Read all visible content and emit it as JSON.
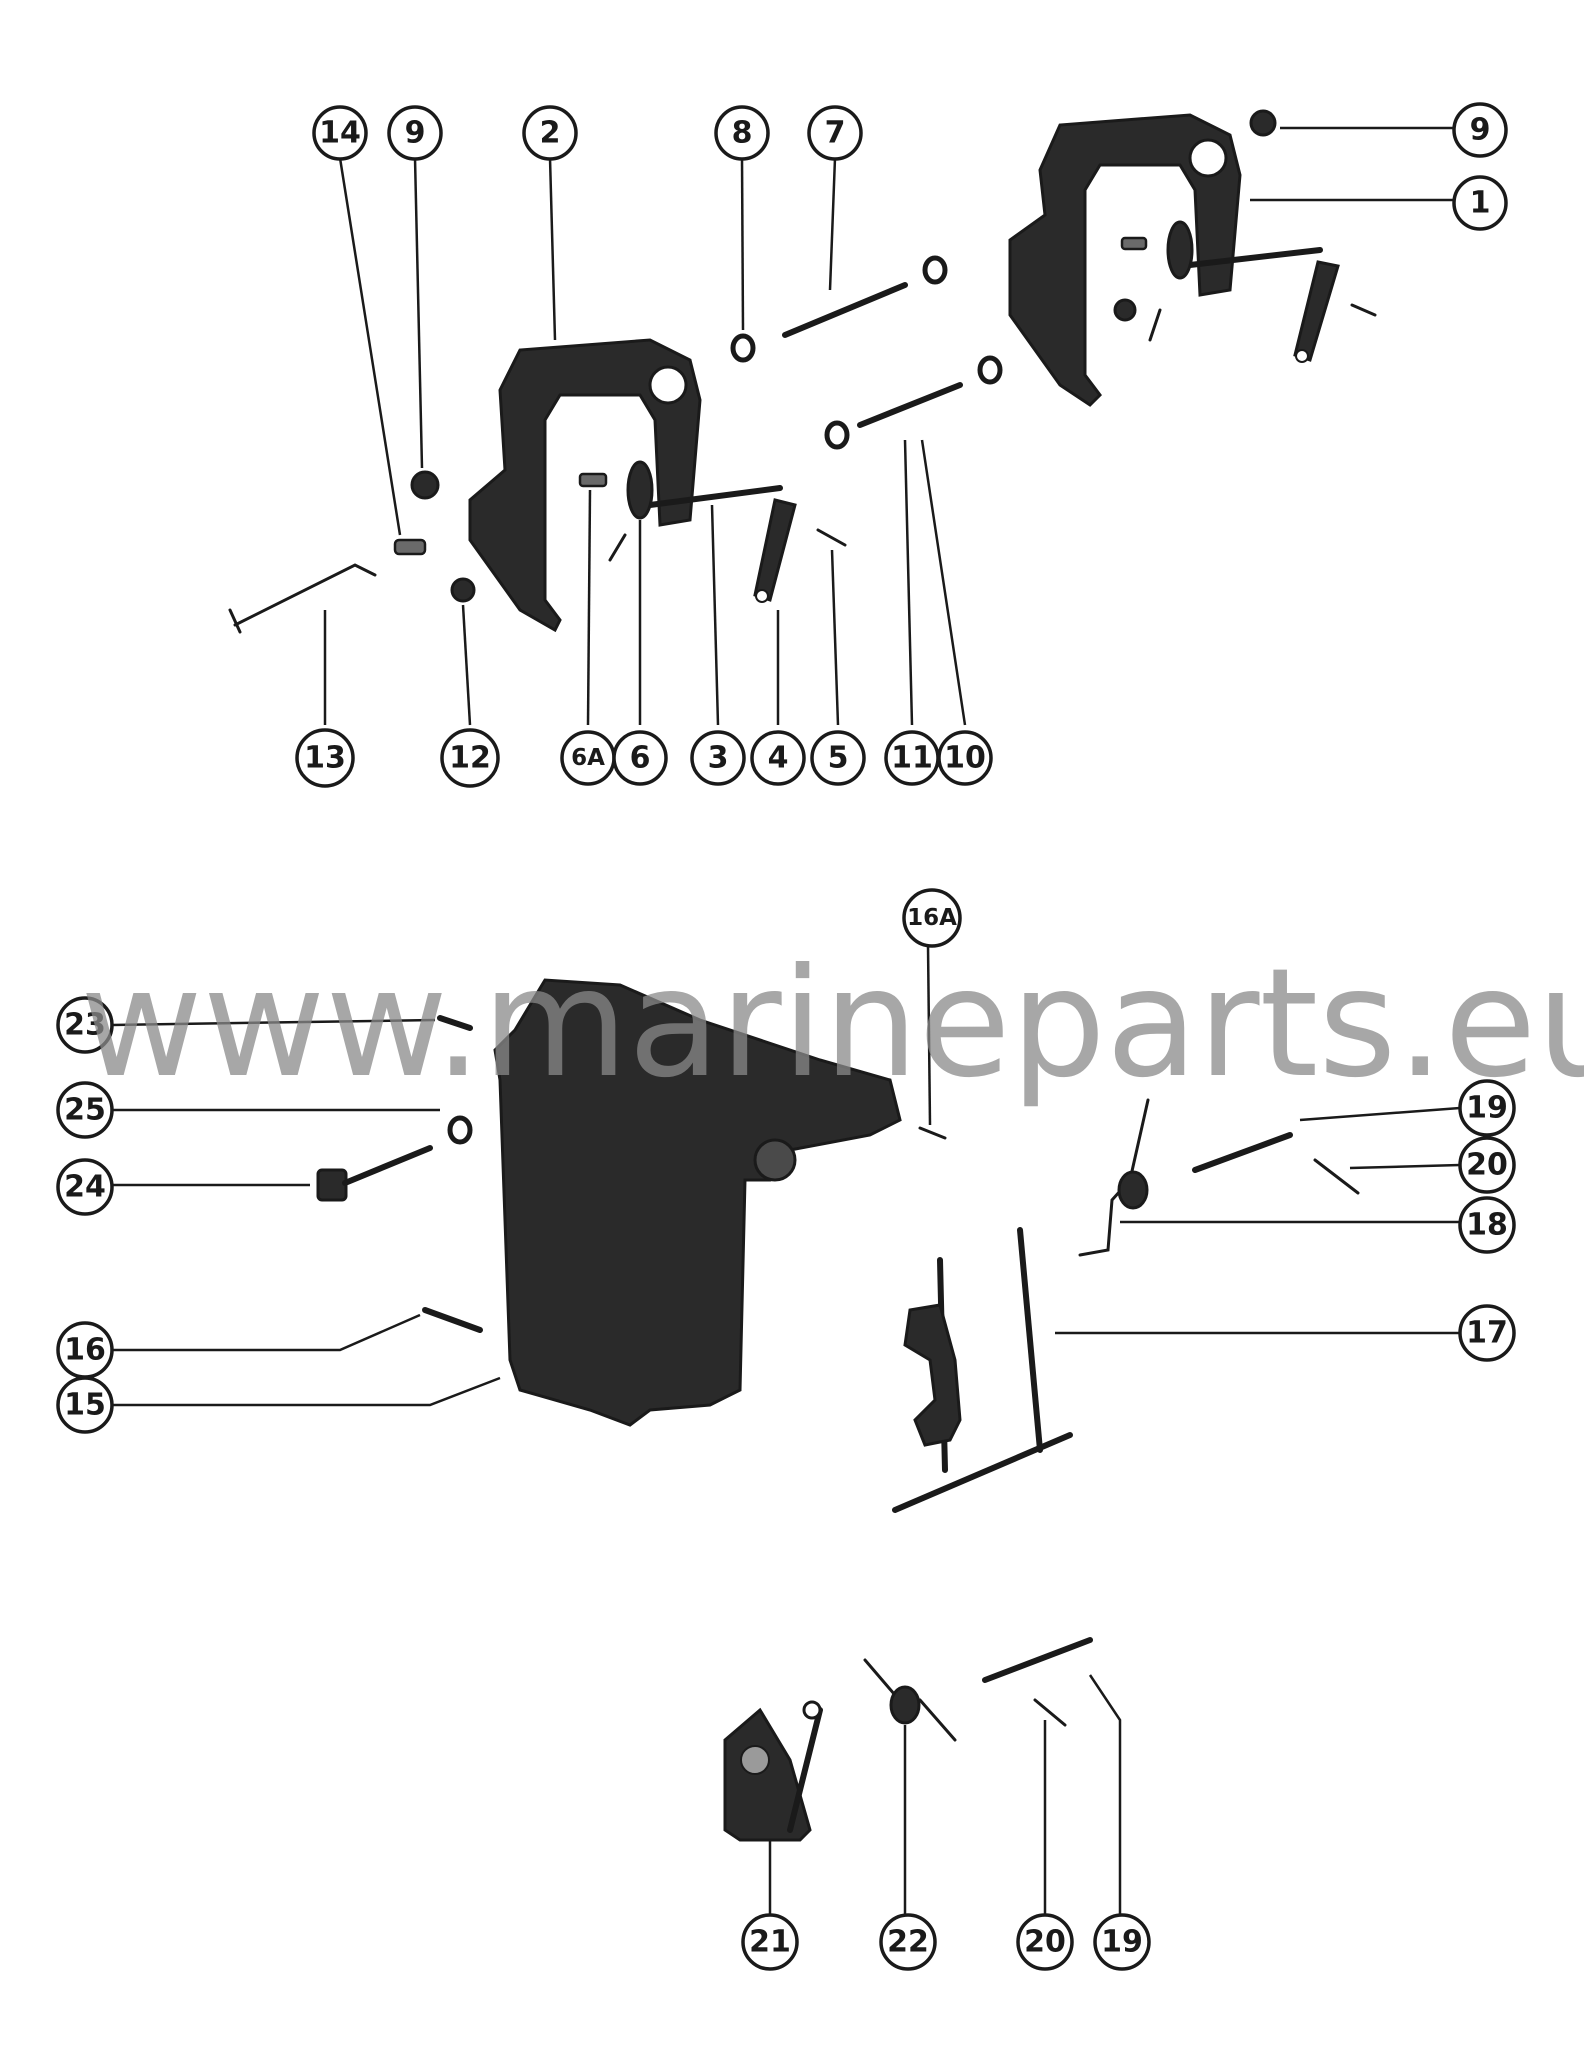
{
  "watermark": "www.marineparts.eu",
  "callouts": {
    "c14": "14",
    "c9a": "9",
    "c2": "2",
    "c8": "8",
    "c7": "7",
    "c9b": "9",
    "c1": "1",
    "c13": "13",
    "c12": "12",
    "c6a": "6A",
    "c6": "6",
    "c3": "3",
    "c4": "4",
    "c5": "5",
    "c11": "11",
    "c10": "10",
    "c16a": "16A",
    "c23": "23",
    "c25": "25",
    "c24": "24",
    "c16": "16",
    "c15": "15",
    "c19a": "19",
    "c20a": "20",
    "c18": "18",
    "c17": "17",
    "c21": "21",
    "c22": "22",
    "c20b": "20",
    "c19b": "19"
  },
  "colors": {
    "ink": "#1a1a1a",
    "paper": "#ffffff",
    "watermark": "#8a8a8a"
  }
}
